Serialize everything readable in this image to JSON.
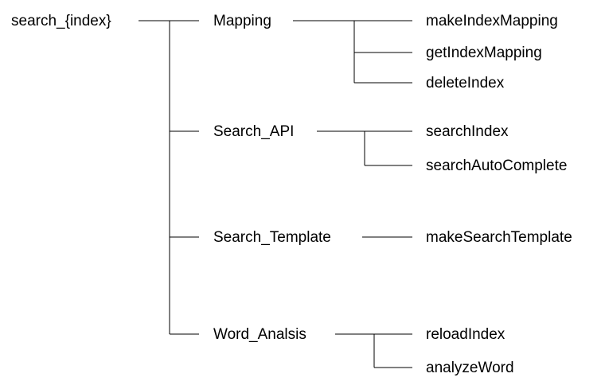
{
  "tree": {
    "root": "search_{index}",
    "groups": [
      {
        "label": "Mapping",
        "children": [
          "makeIndexMapping",
          "getIndexMapping",
          "deleteIndex"
        ]
      },
      {
        "label": "Search_API",
        "children": [
          "searchIndex",
          "searchAutoComplete"
        ]
      },
      {
        "label": "Search_Template",
        "children": [
          "makeSearchTemplate"
        ]
      },
      {
        "label": "Word_Analsis",
        "children": [
          "reloadIndex",
          "analyzeWord"
        ]
      }
    ]
  }
}
